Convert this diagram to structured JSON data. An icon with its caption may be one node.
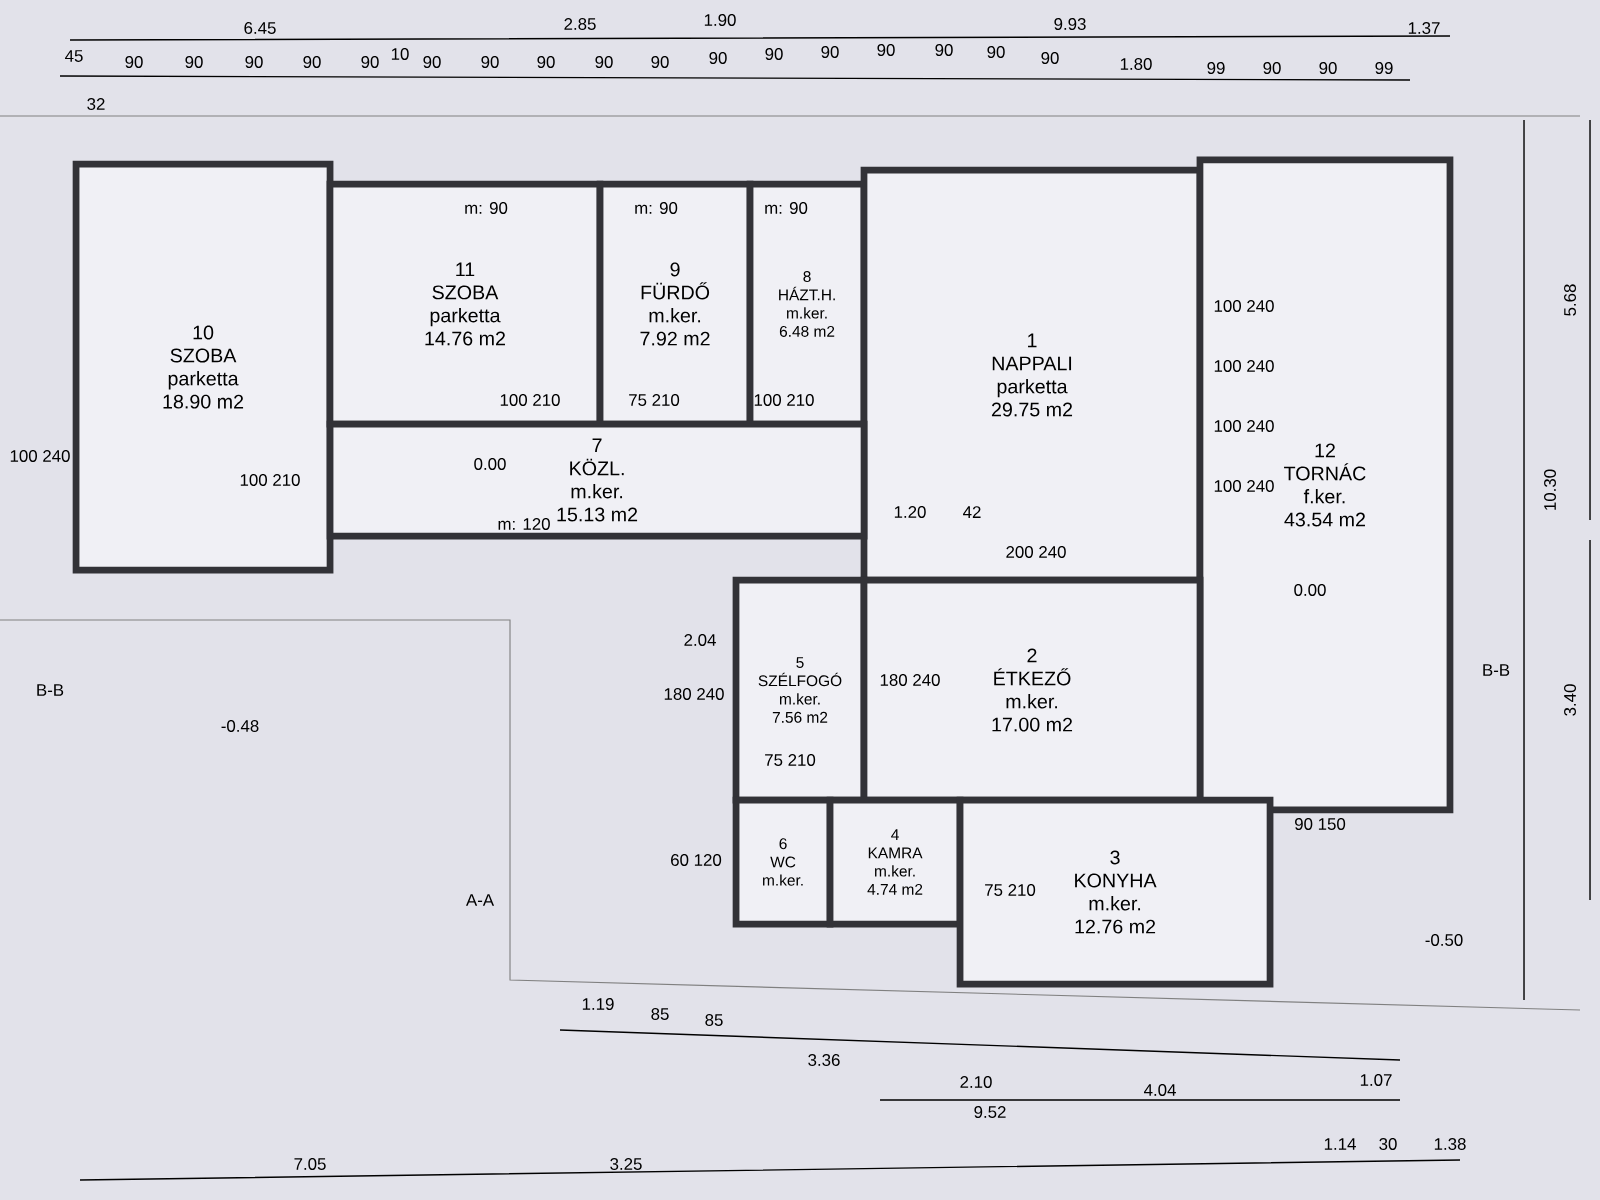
{
  "diagram": {
    "nodes": [
      {
        "text": [
          "10",
          "SZOBA",
          "parketta",
          "18.90 m2"
        ]
      },
      {
        "text": [
          "11",
          "SZOBA",
          "parketta",
          "14.76 m2"
        ]
      },
      {
        "text": [
          "9",
          "FÜRDŐ",
          "m.ker.",
          "7.92 m2"
        ]
      },
      {
        "text": [
          "8",
          "HÁZT.H.",
          "m.ker.",
          "6.48 m2"
        ]
      },
      {
        "text": [
          "1",
          "NAPPALI",
          "parketta",
          "29.75 m2"
        ]
      },
      {
        "text": [
          "7",
          "KÖZL.",
          "m.ker.",
          "15.13 m2"
        ]
      },
      {
        "text": [
          "12",
          "TORNÁC",
          "f.ker.",
          "43.54 m2"
        ]
      },
      {
        "text": [
          "5",
          "SZÉLFOGÓ",
          "m.ker.",
          "7.56 m2"
        ]
      },
      {
        "text": [
          "2",
          "ÉTKEZŐ",
          "m.ker.",
          "17.00 m2"
        ]
      },
      {
        "text": [
          "6",
          "WC",
          "m.ker."
        ]
      },
      {
        "text": [
          "4",
          "KAMRA",
          "m.ker.",
          "4.74 m2"
        ]
      },
      {
        "text": [
          "3",
          "KONYHA",
          "m.ker.",
          "12.76 m2"
        ]
      }
    ],
    "labels": [
      "6.45",
      "2.85",
      "1.90",
      "9.93",
      "1.37",
      "45",
      "90",
      "90",
      "90",
      "90",
      "90",
      "10",
      "90",
      "90",
      "90",
      "90",
      "90",
      "90",
      "90",
      "90",
      "90",
      "90",
      "90",
      "90",
      "1.80",
      "99",
      "90",
      "90",
      "99",
      "32",
      "m: 90",
      "m: 90",
      "m: 90",
      "100 240",
      "100 210",
      "100 210",
      "75 210",
      "100 210",
      "0.00",
      "m: 120",
      "100 240",
      "100 240",
      "100 240",
      "100 240",
      "1.20",
      "42",
      "200 240",
      "B-B",
      "-0.48",
      "2.04",
      "180 240",
      "180 240",
      "0.00",
      "B-B",
      "75 210",
      "60 120",
      "A-A",
      "75 210",
      "90 150",
      "-0.50",
      "1.19",
      "85",
      "85",
      "3.36",
      "2.10",
      "4.04",
      "9.52",
      "1.07",
      "7.05",
      "3.25",
      "1.14",
      "30",
      "1.38",
      "5.68",
      "10.30",
      "3.40"
    ]
  }
}
